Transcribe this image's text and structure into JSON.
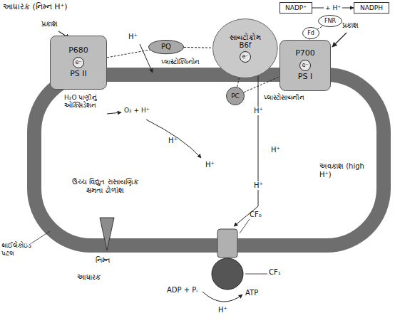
{
  "diagram": {
    "nodes": [
      {
        "text": [
          "P680",
          "e⁻",
          "PS II"
        ]
      },
      {
        "text": [
          "PQ"
        ]
      },
      {
        "text": [
          "સાયટોક્રોમ B6f",
          "e⁻"
        ]
      },
      {
        "text": [
          "PC"
        ]
      },
      {
        "text": [
          "P700",
          "e⁻",
          "PS I"
        ]
      },
      {
        "text": [
          "Fd"
        ]
      },
      {
        "text": [
          "FNR"
        ]
      },
      {
        "text": [
          "NADP⁺"
        ]
      },
      {
        "text": [
          "NADPH"
        ]
      }
    ],
    "edges": [
      {
        "from": 0,
        "to": 1,
        "arrow": "none"
      },
      {
        "from": 1,
        "to": 2,
        "arrow": "none"
      },
      {
        "from": 2,
        "to": 3,
        "arrow": "none"
      },
      {
        "from": 3,
        "to": 4,
        "arrow": "none"
      },
      {
        "from": 4,
        "to": 5,
        "arrow": "none"
      },
      {
        "from": 5,
        "to": 6,
        "arrow": "none"
      },
      {
        "from": 7,
        "to": 8,
        "label": "+ H⁺",
        "arrow": "to"
      }
    ],
    "labels": [
      "આધારક (નિમ્ન H⁺)",
      "પ્રકાશ",
      "H⁺",
      "પ્લાસ્ટોક્વિનોન",
      "પ્રકાશ",
      "પ્લાસ્ટોસાયનીન",
      "H₂O પાણીનું ઓક્સિડેશન",
      "O₂ + H⁺",
      "H⁺",
      "H⁺",
      "H⁺",
      "H⁺",
      "H⁺",
      "અવકાશ (high H⁺)",
      "ઉચ્ચ વિદ્યુત રાસાયણિક ક્ષમતા ઢોળાંશ",
      "નિમ્ન",
      "થાઈલેકોઇડ પટલ",
      "આધારક",
      "CF₀",
      "CF₁",
      "ADP + Pᵢ",
      "ATP",
      "H⁺"
    ]
  }
}
